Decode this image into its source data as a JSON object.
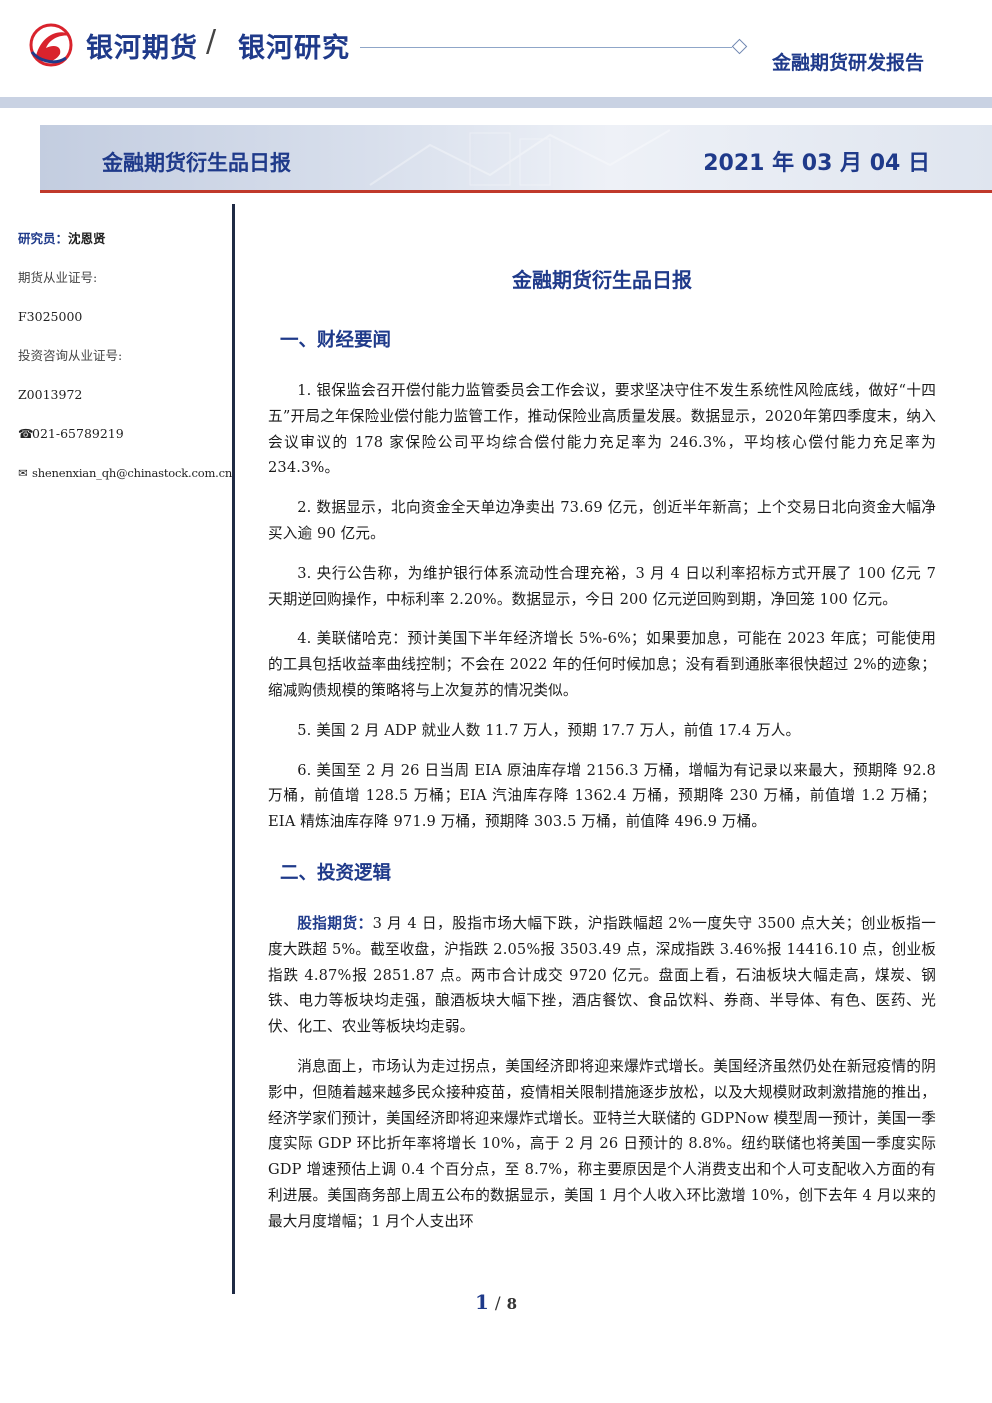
{
  "header": {
    "brand": "银河期货",
    "brand_divider": "/",
    "brand_secondary": "银河研究",
    "report_type": "金融期货研发报告",
    "logo_icon": "galaxy-futures-logo",
    "accent_color": "#1f3a8a",
    "logo_color": "#d9232d"
  },
  "banner": {
    "title": "金融期货衍生品日报",
    "date": "2021 年 03 月 04 日",
    "rule_color": "#c0392b"
  },
  "sidebar": {
    "analyst_label": "研究员：",
    "analyst_name": "沈恩贤",
    "futures_cert_label": "期货从业证号:",
    "futures_cert_value": "F3025000",
    "advisory_cert_label": "投资咨询从业证号:",
    "advisory_cert_value": "Z0013972",
    "phone_icon": "phone-icon",
    "phone": "021-65789219",
    "email_icon": "mail-icon",
    "email": "shenenxian_qh@chinastock.com.cn"
  },
  "document": {
    "title": "金融期货衍生品日报",
    "section1": {
      "heading": "一、财经要闻",
      "items": [
        "1. 银保监会召开偿付能力监管委员会工作会议，要求坚决守住不发生系统性风险底线，做好“十四五”开局之年保险业偿付能力监管工作，推动保险业高质量发展。数据显示，2020年第四季度末，纳入会议审议的 178 家保险公司平均综合偿付能力充足率为 246.3%，平均核心偿付能力充足率为 234.3%。",
        "2. 数据显示，北向资金全天单边净卖出 73.69 亿元，创近半年新高；上个交易日北向资金大幅净买入逾 90 亿元。",
        "3. 央行公告称，为维护银行体系流动性合理充裕，3 月 4 日以利率招标方式开展了 100 亿元 7 天期逆回购操作，中标利率 2.20%。数据显示，今日 200 亿元逆回购到期，净回笼 100 亿元。",
        "4. 美联储哈克：预计美国下半年经济增长 5%-6%；如果要加息，可能在 2023 年底；可能使用的工具包括收益率曲线控制；不会在 2022 年的任何时候加息；没有看到通胀率很快超过 2%的迹象；缩减购债规模的策略将与上次复苏的情况类似。",
        "5. 美国 2 月 ADP 就业人数 11.7 万人，预期 17.7 万人，前值 17.4 万人。",
        "6. 美国至 2 月 26 日当周 EIA 原油库存增 2156.3 万桶，增幅为有记录以来最大，预期降 92.8 万桶，前值增 128.5 万桶；EIA 汽油库存降 1362.4 万桶，预期降 230 万桶，前值增 1.2 万桶；EIA 精炼油库存降 971.9 万桶，预期降 303.5 万桶，前值降 496.9 万桶。"
      ]
    },
    "section2": {
      "heading": "二、投资逻辑",
      "p1_lead": "股指期货：",
      "p1_text": "3 月 4 日，股指市场大幅下跌，沪指跌幅超 2%一度失守 3500 点大关；创业板指一度大跌超 5%。截至收盘，沪指跌 2.05%报 3503.49 点，深成指跌 3.46%报 14416.10 点，创业板指跌 4.87%报 2851.87 点。两市合计成交 9720 亿元。盘面上看，石油板块大幅走高，煤炭、钢铁、电力等板块均走强，酿酒板块大幅下挫，酒店餐饮、食品饮料、券商、半导体、有色、医药、光伏、化工、农业等板块均走弱。",
      "p2": "消息面上，市场认为走过拐点，美国经济即将迎来爆炸式增长。美国经济虽然仍处在新冠疫情的阴影中，但随着越来越多民众接种疫苗，疫情相关限制措施逐步放松，以及大规模财政刺激措施的推出，经济学家们预计，美国经济即将迎来爆炸式增长。亚特兰大联储的 GDPNow 模型周一预计，美国一季度实际 GDP 环比折年率将增长 10%，高于 2 月 26 日预计的 8.8%。纽约联储也将美国一季度实际 GDP 增速预估上调 0.4 个百分点，至 8.7%，称主要原因是个人消费支出和个人可支配收入方面的有利进展。美国商务部上周五公布的数据显示，美国 1 月个人收入环比激增 10%，创下去年 4 月以来的最大月度增幅；1 月个人支出环"
    }
  },
  "footer": {
    "page_current": "1",
    "page_sep": "/",
    "page_total": "8"
  }
}
